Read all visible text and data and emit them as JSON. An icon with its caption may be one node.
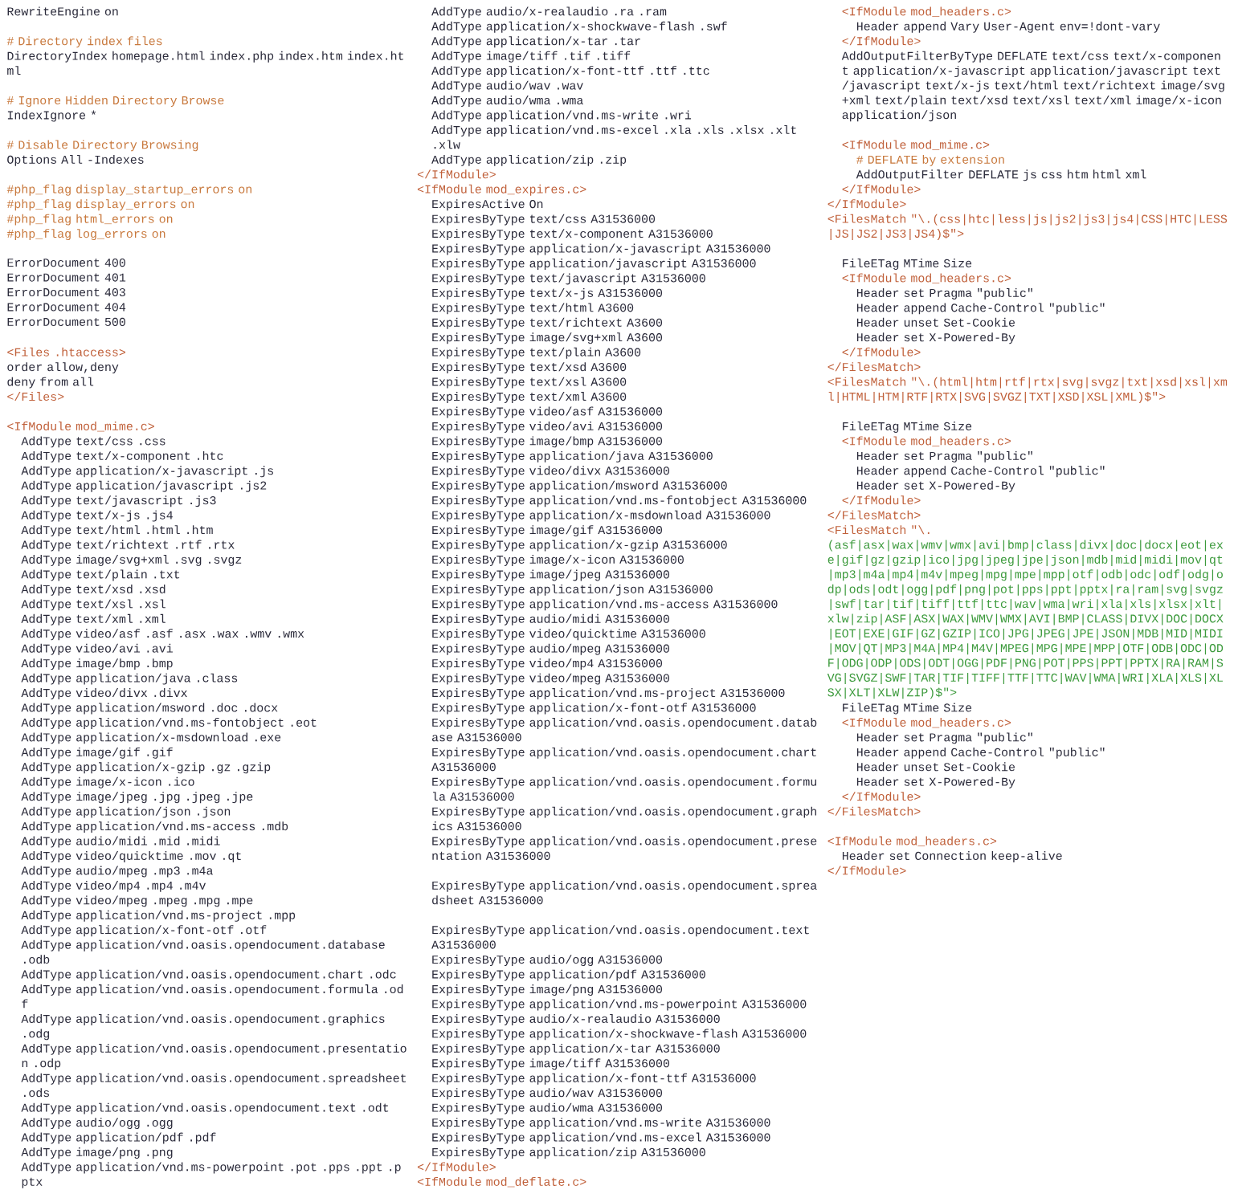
{
  "diagram": {
    "labels": [
      "RewriteEngine on",
      "# Directory index files",
      "DirectoryIndex homepage.html index.php index.htm index.html",
      "# Ignore Hidden Directory Browse",
      "IndexIgnore *",
      "# Disable Directory Browsing",
      "Options All -Indexes",
      "#php_flag display_startup_errors on",
      "#php_flag display_errors on",
      "#php_flag html_errors on",
      "#php_flag log_errors on",
      "ErrorDocument 400",
      "ErrorDocument 401",
      "ErrorDocument 403",
      "ErrorDocument 404",
      "ErrorDocument 500",
      "<Files .htaccess>",
      "order allow,deny",
      "deny from all",
      "</Files>",
      "<IfModule mod_mime.c>",
      "AddType text/css .css",
      "AddType text/x-component .htc",
      "AddType application/x-javascript .js",
      "AddType application/javascript .js2",
      "AddType text/javascript .js3",
      "AddType text/x-js .js4",
      "AddType text/html .html .htm",
      "AddType text/richtext .rtf .rtx",
      "AddType image/svg+xml .svg .svgz",
      "AddType text/plain .txt",
      "AddType text/xsd .xsd",
      "AddType text/xsl .xsl",
      "AddType text/xml .xml",
      "AddType video/asf .asf .asx .wax .wmv .wmx",
      "AddType video/avi .avi",
      "AddType image/bmp .bmp",
      "AddType application/java .class",
      "AddType video/divx .divx",
      "AddType application/msword .doc .docx",
      "AddType application/vnd.ms-fontobject .eot",
      "AddType application/x-msdownload .exe",
      "AddType image/gif .gif",
      "AddType application/x-gzip .gz .gzip",
      "AddType image/x-icon .ico",
      "AddType image/jpeg .jpg .jpeg .jpe",
      "AddType application/json .json",
      "AddType application/vnd.ms-access .mdb",
      "AddType audio/midi .mid .midi",
      "AddType video/quicktime .mov .qt",
      "AddType audio/mpeg .mp3 .m4a",
      "AddType video/mp4 .mp4 .m4v",
      "AddType video/mpeg .mpeg .mpg .mpe",
      "AddType application/vnd.ms-project .mpp",
      "AddType application/x-font-otf .otf",
      "AddType application/vnd.oasis.opendocument.database .odb",
      "AddType application/vnd.oasis.opendocument.chart .odc",
      "AddType application/vnd.oasis.opendocument.formula .odf",
      "AddType application/vnd.oasis.opendocument.graphics .odg",
      "AddType application/vnd.oasis.opendocument.presentation .odp",
      "AddType application/vnd.oasis.opendocument.spreadsheet .ods",
      "AddType application/vnd.oasis.opendocument.text .odt",
      "AddType audio/ogg .ogg",
      "AddType application/pdf .pdf",
      "AddType image/png .png",
      "AddType application/vnd.ms-powerpoint .pot .pps .ppt .pptx",
      "AddType audio/x-realaudio .ra .ram",
      "AddType application/x-shockwave-flash .swf",
      "AddType application/x-tar .tar",
      "AddType image/tiff .tif .tiff",
      "AddType application/x-font-ttf .ttf .ttc",
      "AddType audio/wav .wav",
      "AddType audio/wma .wma",
      "AddType application/vnd.ms-write .wri",
      "AddType application/vnd.ms-excel .xla .xls .xlsx .xlt .xlw",
      "AddType application/zip .zip",
      "</IfModule>",
      "<IfModule mod_expires.c>",
      "ExpiresActive On",
      "ExpiresByType text/css A31536000",
      "ExpiresByType text/x-component A31536000",
      "ExpiresByType application/x-javascript A31536000",
      "ExpiresByType application/javascript A31536000",
      "ExpiresByType text/javascript A31536000",
      "ExpiresByType text/x-js A31536000",
      "ExpiresByType text/html A3600",
      "ExpiresByType text/richtext A3600",
      "ExpiresByType image/svg+xml A3600",
      "ExpiresByType text/plain A3600",
      "ExpiresByType text/xsd A3600",
      "ExpiresByType text/xsl A3600",
      "ExpiresByType text/xml A3600",
      "ExpiresByType video/asf A31536000",
      "ExpiresByType video/avi A31536000",
      "ExpiresByType image/bmp A31536000",
      "ExpiresByType application/java A31536000",
      "ExpiresByType video/divx A31536000",
      "ExpiresByType application/msword A31536000",
      "ExpiresByType application/vnd.ms-fontobject A31536000",
      "ExpiresByType application/x-msdownload A31536000",
      "ExpiresByType image/gif A31536000",
      "ExpiresByType application/x-gzip A31536000",
      "ExpiresByType image/x-icon A31536000",
      "ExpiresByType image/jpeg A31536000",
      "ExpiresByType application/json A31536000",
      "ExpiresByType application/vnd.ms-access A31536000",
      "ExpiresByType audio/midi A31536000",
      "ExpiresByType video/quicktime A31536000",
      "ExpiresByType audio/mpeg A31536000",
      "ExpiresByType video/mp4 A31536000",
      "ExpiresByType video/mpeg A31536000",
      "ExpiresByType application/vnd.ms-project A31536000",
      "ExpiresByType application/x-font-otf A31536000",
      "ExpiresByType application/vnd.oasis.opendocument.database A31536000",
      "ExpiresByType application/vnd.oasis.opendocument.chart A31536000",
      "ExpiresByType application/vnd.oasis.opendocument.formula A31536000",
      "ExpiresByType application/vnd.oasis.opendocument.graphics A31536000",
      "ExpiresByType application/vnd.oasis.opendocument.presentation A31536000",
      "ExpiresByType application/vnd.oasis.opendocument.spreadsheet A31536000",
      "ExpiresByType application/vnd.oasis.opendocument.text A31536000",
      "ExpiresByType audio/ogg A31536000",
      "ExpiresByType application/pdf A31536000",
      "ExpiresByType image/png A31536000",
      "ExpiresByType application/vnd.ms-powerpoint A31536000",
      "ExpiresByType audio/x-realaudio A31536000",
      "ExpiresByType application/x-shockwave-flash A31536000",
      "ExpiresByType application/x-tar A31536000",
      "ExpiresByType image/tiff A31536000",
      "ExpiresByType application/x-font-ttf A31536000",
      "ExpiresByType audio/wav A31536000",
      "ExpiresByType audio/wma A31536000",
      "ExpiresByType application/vnd.ms-write A31536000",
      "ExpiresByType application/vnd.ms-excel A31536000",
      "ExpiresByType application/zip A31536000",
      "</IfModule>",
      "<IfModule mod_deflate.c>",
      "<IfModule mod_headers.c>",
      "Header append Vary User-Agent env=!dont-vary",
      "</IfModule>",
      "AddOutputFilterByType DEFLATE text/css text/x-component application/x-javascript application/javascript text/javascript text/x-js text/html text/richtext image/svg+xml text/plain text/xsd text/xsl text/xml image/x-icon application/json",
      "<IfModule mod_mime.c>",
      "# DEFLATE by extension",
      "AddOutputFilter DEFLATE js css htm html xml",
      "</IfModule>",
      "</IfModule>",
      "<FilesMatch \"\\.(css|htc|less|js|js2|js3|js4|CSS|HTC|LESS|JS|JS2|JS3|JS4)$\">",
      "FileETag MTime Size",
      "<IfModule mod_headers.c>",
      "Header set Pragma \"public\"",
      "Header append Cache-Control \"public\"",
      "Header unset Set-Cookie",
      "Header set X-Powered-By",
      "</IfModule>",
      "</FilesMatch>",
      "<FilesMatch \"\\.(html|htm|rtf|rtx|svg|svgz|txt|xsd|xsl|xml|HTML|HTM|RTF|RTX|SVG|SVGZ|TXT|XSD|XSL|XML)$\">",
      "FileETag MTime Size",
      "<IfModule mod_headers.c>",
      "Header set Pragma \"public\"",
      "Header append Cache-Control \"public\"",
      "Header set X-Powered-By",
      "</IfModule>",
      "</FilesMatch>",
      "<FilesMatch \"\\.",
      "(asf|asx|wax|wmv|wmx|avi|bmp|class|divx|doc|docx|eot|exe|gif|gz|gzip|ico|jpg|jpeg|jpe|json|mdb|mid|midi|mov|qt|mp3|m4a|mp4|m4v|mpeg|mpg|mpe|mpp|otf|odb|odc|odf|odg|odp|ods|odt|ogg|pdf|png|pot|pps|ppt|pptx|ra|ram|svg|svgz|swf|tar|tif|tiff|ttf|ttc|wav|wma|wri|xla|xls|xlsx|xlt|xlw|zip|ASF|ASX|WAX|WMV|WMX|AVI|BMP|CLASS|DIVX|DOC|DOCX|EOT|EXE|GIF|GZ|GZIP|ICO|JPG|JPEG|JPE|JSON|MDB|MID|MIDI|MOV|QT|MP3|M4A|MP4|M4V|MPEG|MPG|MPE|MPP|OTF|ODB|ODC|ODF|ODG|ODP|ODS|ODT|OGG|PDF|PNG|POT|PPS|PPT|PPTX|RA|RAM|SVG|SVGZ|SWF|TAR|TIF|TIFF|TTF|TTC|WAV|WMA|WRI|XLA|XLS|XLSX|XLT|XLW|ZIP)$\">",
      "FileETag MTime Size",
      "<IfModule mod_headers.c>",
      "Header set Pragma \"public\"",
      "Header append Cache-Control \"public\"",
      "Header unset Set-Cookie",
      "Header set X-Powered-By",
      "</IfModule>",
      "</FilesMatch>",
      "<IfModule mod_headers.c>",
      "Header set Connection keep-alive",
      "</IfModule>"
    ]
  }
}
